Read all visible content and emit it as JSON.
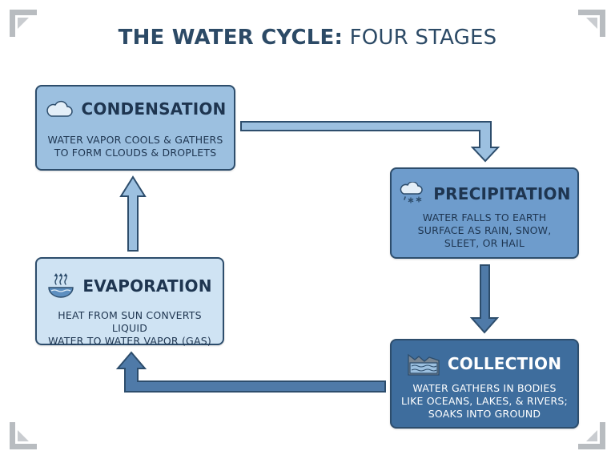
{
  "title": {
    "bold": "THE WATER CYCLE:",
    "light": "FOUR STAGES"
  },
  "colors": {
    "title": "#2c4a66",
    "box_border": "#2d4d6c",
    "condensation_fill": "#9cc0e0",
    "precipitation_fill": "#6e9ccc",
    "evaporation_fill": "#cfe3f3",
    "collection_fill": "#3e6d9d",
    "arrow_fill": "#9cc0e0",
    "arrow_fill_dark": "#4f7aa8"
  },
  "stages": {
    "condensation": {
      "icon": "cloud-icon",
      "name": "CONDENSATION",
      "desc": [
        "WATER VAPOR COOLS & GATHERS",
        "TO FORM CLOUDS & DROPLETS"
      ]
    },
    "precipitation": {
      "icon": "rain-snow-cloud-icon",
      "name": "PRECIPITATION",
      "desc": [
        "WATER FALLS TO EARTH",
        "SURFACE AS RAIN, SNOW,",
        "SLEET, OR HAIL"
      ]
    },
    "evaporation": {
      "icon": "evaporating-water-icon",
      "name": "EVAPORATION",
      "desc": [
        "HEAT FROM SUN CONVERTS LIQUID",
        "WATER TO WATER VAPOR (GAS)"
      ]
    },
    "collection": {
      "icon": "water-body-icon",
      "name": "COLLECTION",
      "desc": [
        "WATER GATHERS IN BODIES",
        "LIKE OCEANS, LAKES, & RIVERS;",
        "SOAKS INTO GROUND"
      ]
    }
  },
  "flow": [
    {
      "from": "condensation",
      "to": "precipitation"
    },
    {
      "from": "precipitation",
      "to": "collection"
    },
    {
      "from": "collection",
      "to": "evaporation"
    },
    {
      "from": "evaporation",
      "to": "condensation"
    }
  ]
}
